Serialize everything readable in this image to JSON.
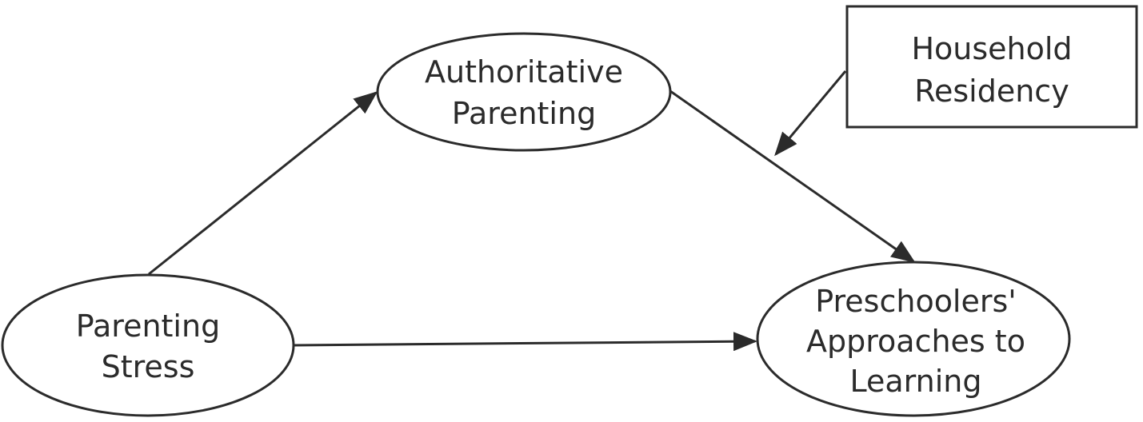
{
  "diagram": {
    "nodes": {
      "parenting_stress": {
        "shape": "ellipse",
        "lines": [
          "Parenting",
          "Stress"
        ]
      },
      "authoritative_parenting": {
        "shape": "ellipse",
        "lines": [
          "Authoritative",
          "Parenting"
        ]
      },
      "approaches_to_learning": {
        "shape": "ellipse",
        "lines": [
          "Preschoolers'",
          "Approaches to",
          "Learning"
        ]
      },
      "household_residency": {
        "shape": "rectangle",
        "lines": [
          "Household",
          "Residency"
        ]
      }
    },
    "edges": [
      {
        "from": "parenting_stress",
        "to": "authoritative_parenting"
      },
      {
        "from": "authoritative_parenting",
        "to": "approaches_to_learning"
      },
      {
        "from": "parenting_stress",
        "to": "approaches_to_learning"
      },
      {
        "from": "household_residency",
        "to": "authoritative_parenting->approaches_to_learning",
        "type": "moderation"
      }
    ],
    "colors": {
      "stroke": "#2b2b2b",
      "text": "#2b2b2b",
      "background": "#ffffff"
    }
  }
}
